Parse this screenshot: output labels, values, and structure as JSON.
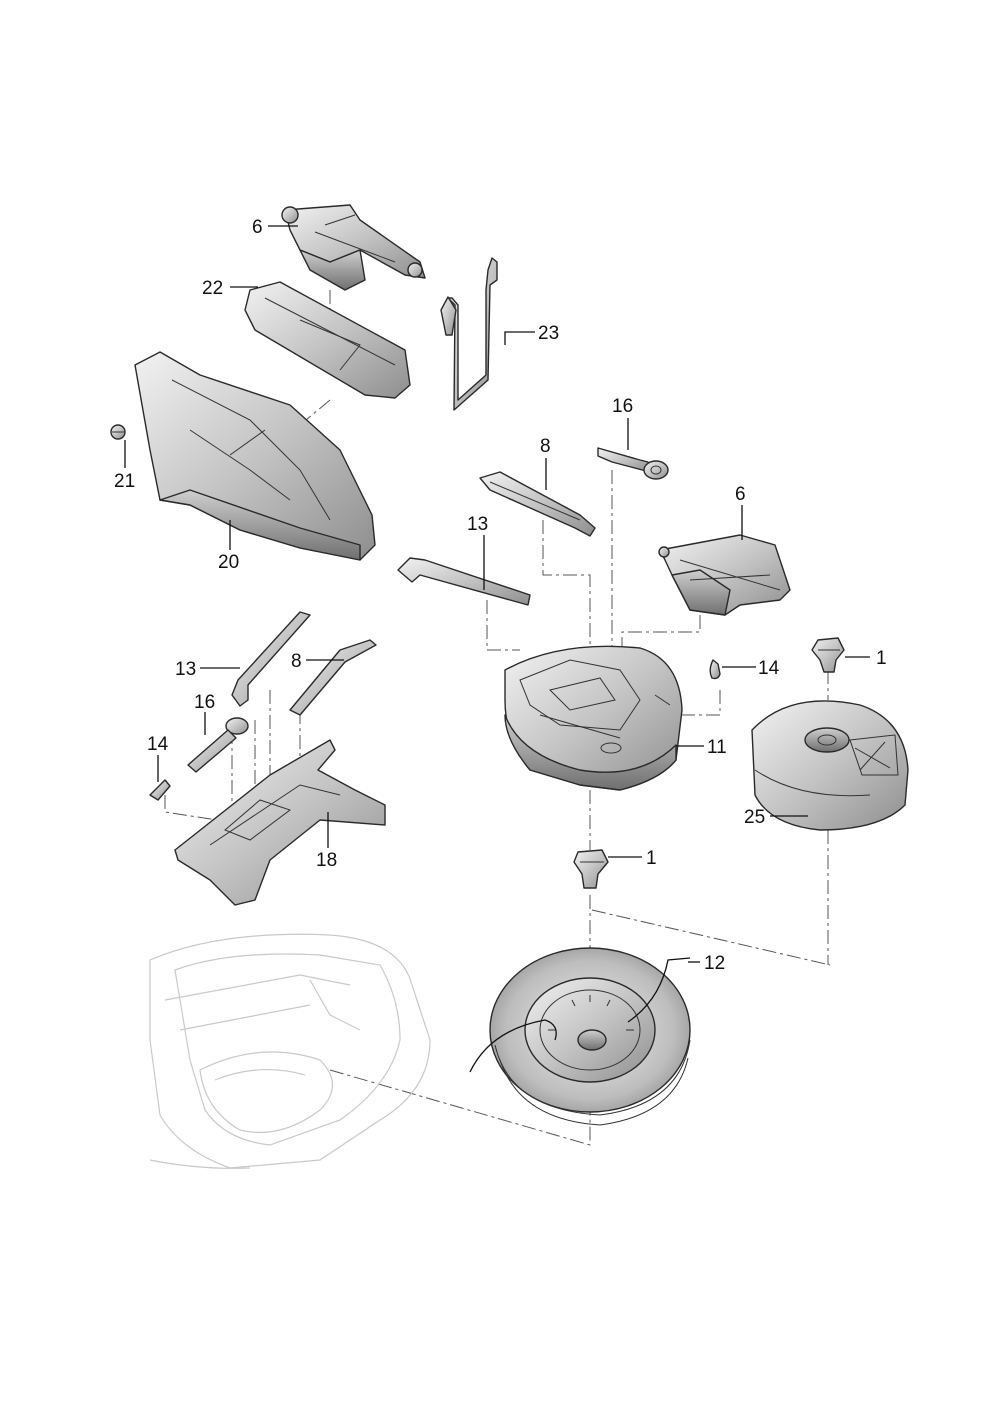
{
  "diagram": {
    "callouts": [
      {
        "id": "c6a",
        "text": "6"
      },
      {
        "id": "c22",
        "text": "22"
      },
      {
        "id": "c23",
        "text": "23"
      },
      {
        "id": "c21",
        "text": "21"
      },
      {
        "id": "c20",
        "text": "20"
      },
      {
        "id": "c16a",
        "text": "16"
      },
      {
        "id": "c8a",
        "text": "8"
      },
      {
        "id": "c6b",
        "text": "6"
      },
      {
        "id": "c13a",
        "text": "13"
      },
      {
        "id": "c13b",
        "text": "13"
      },
      {
        "id": "c8b",
        "text": "8"
      },
      {
        "id": "c14a",
        "text": "14"
      },
      {
        "id": "c1a",
        "text": "1"
      },
      {
        "id": "c16b",
        "text": "16"
      },
      {
        "id": "c14b",
        "text": "14"
      },
      {
        "id": "c11",
        "text": "11"
      },
      {
        "id": "c25",
        "text": "25"
      },
      {
        "id": "c18",
        "text": "18"
      },
      {
        "id": "c1b",
        "text": "1"
      },
      {
        "id": "c12",
        "text": "12"
      }
    ]
  }
}
